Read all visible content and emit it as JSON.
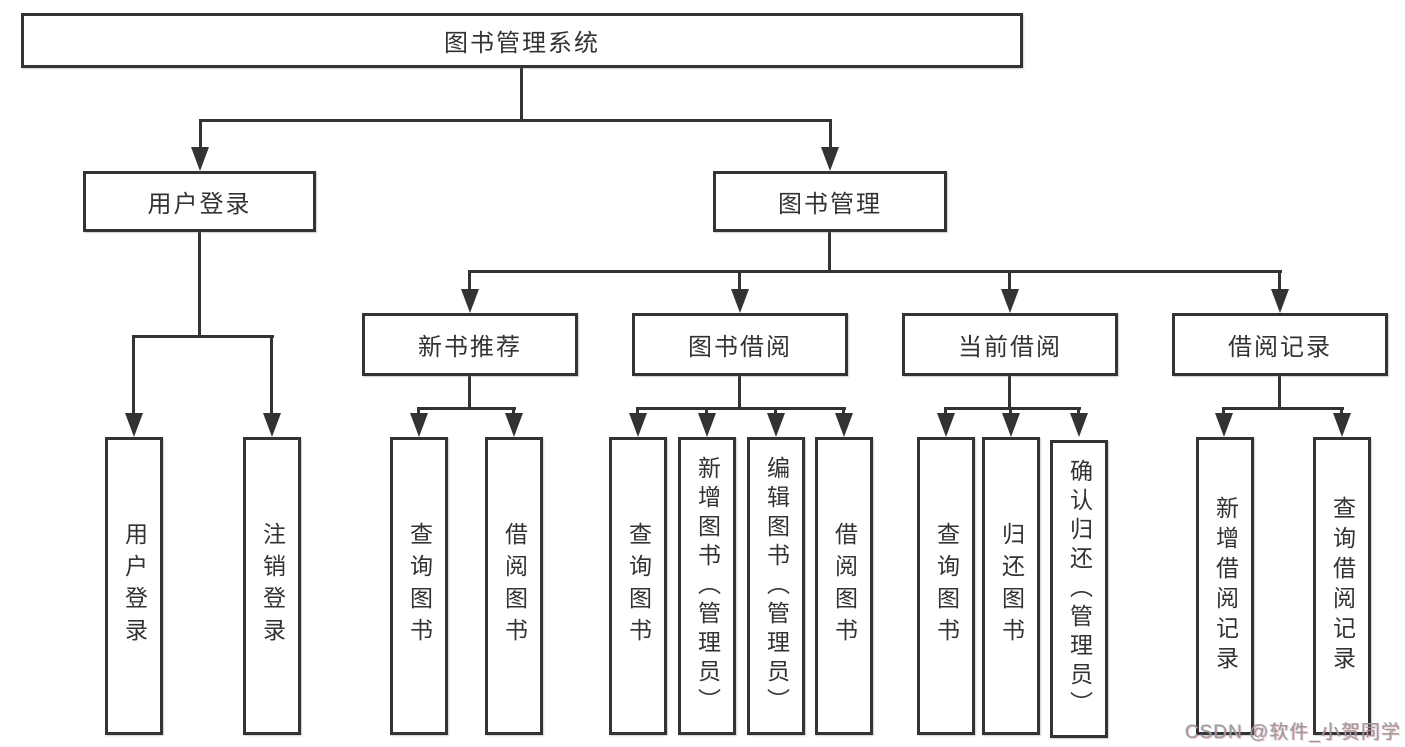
{
  "diagram": {
    "title_node": "图书管理系统",
    "nodes": {
      "user_login": "用户登录",
      "book_mgmt": "图书管理",
      "new_book_rec": "新书推荐",
      "book_borrow": "图书借阅",
      "current_borrow": "当前借阅",
      "borrow_records": "借阅记录"
    },
    "leaves": {
      "user_login": "用户登录",
      "logout": "注销登录",
      "query_book_a": "查询图书",
      "borrow_book_a": "借阅图书",
      "query_book_b": "查询图书",
      "add_book_admin": "新增图书（管理员）",
      "edit_book_admin": "编辑图书（管理员）",
      "borrow_book_b": "借阅图书",
      "query_book_c": "查询图书",
      "return_book": "归还图书",
      "confirm_return_admin": "确认归还（管理员）",
      "add_borrow_record": "新增借阅记录",
      "query_borrow_record": "查询借阅记录"
    },
    "colors": {
      "line": "#333333",
      "text": "#333333",
      "background": "#ffffff"
    }
  },
  "watermark": {
    "text": "CSDN @软件_小贺同学"
  }
}
